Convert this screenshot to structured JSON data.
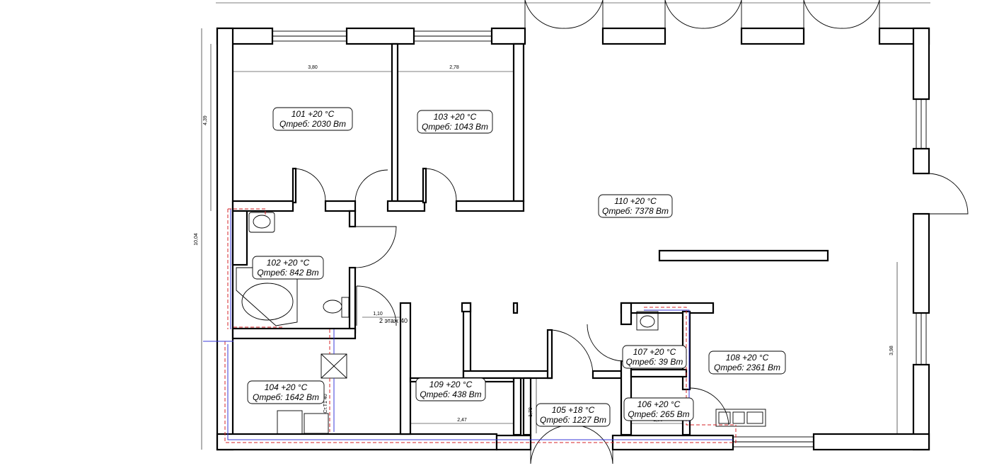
{
  "rooms": [
    {
      "id": "101",
      "temp": "101  +20 °C",
      "q": "Qтреб: 2030 Вт"
    },
    {
      "id": "102",
      "temp": "102  +20 °C",
      "q": "Qтреб: 842 Вт"
    },
    {
      "id": "103",
      "temp": "103  +20 °C",
      "q": "Qтреб: 1043 Вт"
    },
    {
      "id": "104",
      "temp": "104  +20 °C",
      "q": "Qтреб: 1642 Вт"
    },
    {
      "id": "105",
      "temp": "105  +18 °C",
      "q": "Qтреб: 1227 Вт"
    },
    {
      "id": "106",
      "temp": "106  +20 °C",
      "q": "Qтреб: 265 Вт"
    },
    {
      "id": "107",
      "temp": "107  +20 °C",
      "q": "Qтреб: 39 Вт"
    },
    {
      "id": "108",
      "temp": "108  +20 °C",
      "q": "Qтреб: 2361 Вт"
    },
    {
      "id": "109",
      "temp": "109  +20 °C",
      "q": "Qтреб: 438 Вт"
    },
    {
      "id": "110",
      "temp": "110  +20 °C",
      "q": "Qтреб: 7378 Вт"
    }
  ],
  "dimensions": {
    "d380": "3,80",
    "d278": "2,78",
    "d439": "4,39",
    "d1004": "10,04",
    "d110": "1,10",
    "d247": "2,47",
    "d170": "1,70",
    "d150": "1,50",
    "d398": "3,98"
  },
  "notes": {
    "floor2": "2 этаж",
    "val40": "40",
    "riser": "Ст.Т1 40"
  },
  "colors": {
    "wall": "#000000",
    "supply_pipe": "#d6242a",
    "return_pipe": "#3a3ad8"
  }
}
